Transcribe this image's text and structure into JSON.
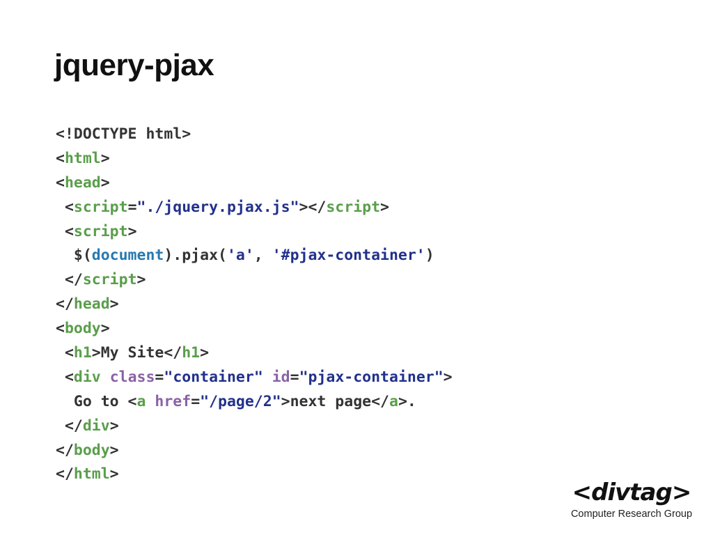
{
  "title": "jquery-pjax",
  "code_lines": [
    [
      {
        "t": "<!DOCTYPE html>",
        "c": "punct"
      }
    ],
    [
      {
        "t": "<",
        "c": "punct"
      },
      {
        "t": "html",
        "c": "tag"
      },
      {
        "t": ">",
        "c": "punct"
      }
    ],
    [
      {
        "t": "<",
        "c": "punct"
      },
      {
        "t": "head",
        "c": "tag"
      },
      {
        "t": ">",
        "c": "punct"
      }
    ],
    [
      {
        "t": " <",
        "c": "punct"
      },
      {
        "t": "script",
        "c": "tag"
      },
      {
        "t": "=",
        "c": "punct"
      },
      {
        "t": "\"./jquery.pjax.js\"",
        "c": "str"
      },
      {
        "t": "></",
        "c": "punct"
      },
      {
        "t": "script",
        "c": "tag"
      },
      {
        "t": ">",
        "c": "punct"
      }
    ],
    [
      {
        "t": " <",
        "c": "punct"
      },
      {
        "t": "script",
        "c": "tag"
      },
      {
        "t": ">",
        "c": "punct"
      }
    ],
    [
      {
        "t": "  $(",
        "c": "text"
      },
      {
        "t": "document",
        "c": "obj"
      },
      {
        "t": ").pjax(",
        "c": "text"
      },
      {
        "t": "'a'",
        "c": "str"
      },
      {
        "t": ", ",
        "c": "text"
      },
      {
        "t": "'#pjax-container'",
        "c": "str"
      },
      {
        "t": ")",
        "c": "text"
      }
    ],
    [
      {
        "t": " </",
        "c": "punct"
      },
      {
        "t": "script",
        "c": "tag"
      },
      {
        "t": ">",
        "c": "punct"
      }
    ],
    [
      {
        "t": "</",
        "c": "punct"
      },
      {
        "t": "head",
        "c": "tag"
      },
      {
        "t": ">",
        "c": "punct"
      }
    ],
    [
      {
        "t": "<",
        "c": "punct"
      },
      {
        "t": "body",
        "c": "tag"
      },
      {
        "t": ">",
        "c": "punct"
      }
    ],
    [
      {
        "t": " <",
        "c": "punct"
      },
      {
        "t": "h1",
        "c": "tag"
      },
      {
        "t": ">My Site</",
        "c": "punct"
      },
      {
        "t": "h1",
        "c": "tag"
      },
      {
        "t": ">",
        "c": "punct"
      }
    ],
    [
      {
        "t": " <",
        "c": "punct"
      },
      {
        "t": "div",
        "c": "tag"
      },
      {
        "t": " ",
        "c": "punct"
      },
      {
        "t": "class",
        "c": "attr"
      },
      {
        "t": "=",
        "c": "punct"
      },
      {
        "t": "\"container\"",
        "c": "str"
      },
      {
        "t": " ",
        "c": "punct"
      },
      {
        "t": "id",
        "c": "attr"
      },
      {
        "t": "=",
        "c": "punct"
      },
      {
        "t": "\"pjax-container\"",
        "c": "str"
      },
      {
        "t": ">",
        "c": "punct"
      }
    ],
    [
      {
        "t": "  Go to <",
        "c": "text"
      },
      {
        "t": "a",
        "c": "tag"
      },
      {
        "t": " ",
        "c": "punct"
      },
      {
        "t": "href",
        "c": "attr"
      },
      {
        "t": "=",
        "c": "punct"
      },
      {
        "t": "\"/page/2\"",
        "c": "str"
      },
      {
        "t": ">next page</",
        "c": "text"
      },
      {
        "t": "a",
        "c": "tag"
      },
      {
        "t": ">.",
        "c": "punct"
      }
    ],
    [
      {
        "t": " </",
        "c": "punct"
      },
      {
        "t": "div",
        "c": "tag"
      },
      {
        "t": ">",
        "c": "punct"
      }
    ],
    [
      {
        "t": "</",
        "c": "punct"
      },
      {
        "t": "body",
        "c": "tag"
      },
      {
        "t": ">",
        "c": "punct"
      }
    ],
    [
      {
        "t": "</",
        "c": "punct"
      },
      {
        "t": "html",
        "c": "tag"
      },
      {
        "t": ">",
        "c": "punct"
      }
    ]
  ],
  "syntax_colors": {
    "punct": "#333333",
    "tag": "#5a9e4b",
    "attr": "#8a62a6",
    "str": "#22318a",
    "obj": "#2878b0",
    "text": "#333333"
  },
  "brand": {
    "logo": "<divtag>",
    "subtitle": "Computer Research Group"
  }
}
